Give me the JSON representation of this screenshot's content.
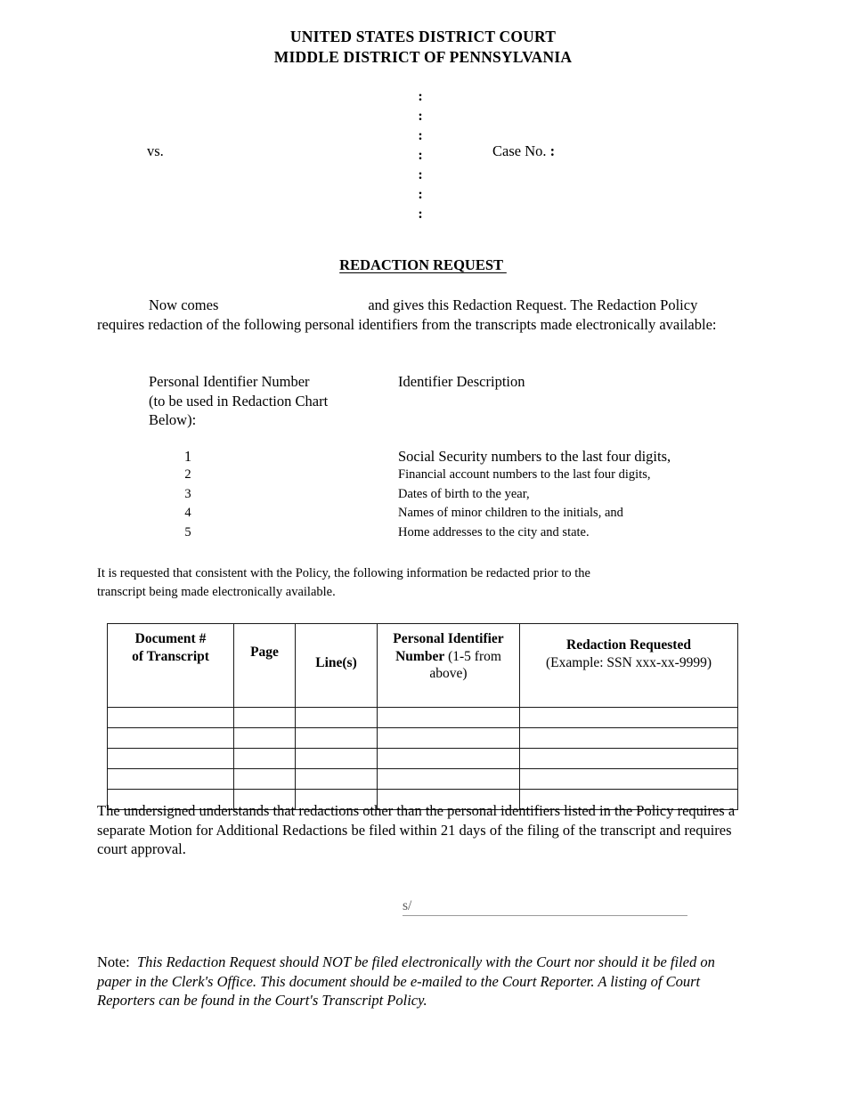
{
  "court_header": {
    "line1": "UNITED STATES DISTRICT COURT",
    "line2": "MIDDLE DISTRICT OF PENNSYLVANIA"
  },
  "caption": {
    "colon": ":",
    "colon_count": 7,
    "vs_label": "vs.",
    "case_no_label": "Case No. ",
    "case_no_colon": ":",
    "case_no_value": ""
  },
  "doc_title": "REDACTION REQUEST ",
  "intro": {
    "lead": "Now comes",
    "party_blank": "",
    "rest": "and gives this Redaction Request.  The Redaction Policy requires redaction of the following personal identifiers from the transcripts made electronically available:"
  },
  "identifier_headings": {
    "number_col": "Personal Identifier Number (to be used in Redaction Chart Below):",
    "number_col_line1": "Personal Identifier Number",
    "number_col_line2": "(to be used in Redaction Chart",
    "number_col_line3": "Below):",
    "description_col": "Identifier Description"
  },
  "identifiers": [
    {
      "number": "1",
      "description": "Social Security numbers to the last four digits,"
    },
    {
      "number": "2",
      "description": "Financial account numbers to the last four digits,"
    },
    {
      "number": "3",
      "description": "Dates of birth to the year,"
    },
    {
      "number": "4",
      "description": "Names of minor children to the initials, and"
    },
    {
      "number": "5",
      "description": "Home addresses to the city and state."
    }
  ],
  "request_para": {
    "line1": "It is requested that consistent with the Policy, the following information be redacted prior to the",
    "line2": "transcript being made electronically available."
  },
  "table": {
    "headers": {
      "doc": {
        "line1": "Document #",
        "line2": "of Transcript"
      },
      "page": "Page",
      "lines": "Line(s)",
      "pin": {
        "bold": "Personal Identifier Number",
        "regular": " (1-5 from above)"
      },
      "redaction": {
        "bold": "Redaction Requested",
        "regular": "(Example: SSN xxx-xx-9999)"
      }
    },
    "rows": [
      {
        "doc": "",
        "page": "",
        "lines": "",
        "pin": "",
        "redaction": ""
      },
      {
        "doc": "",
        "page": "",
        "lines": "",
        "pin": "",
        "redaction": ""
      },
      {
        "doc": "",
        "page": "",
        "lines": "",
        "pin": "",
        "redaction": ""
      },
      {
        "doc": "",
        "page": "",
        "lines": "",
        "pin": "",
        "redaction": ""
      },
      {
        "doc": "",
        "page": "",
        "lines": "",
        "pin": "",
        "redaction": ""
      }
    ]
  },
  "closing_para": "The undersigned understands that redactions other than the personal identifiers listed in the Policy requires a separate Motion for Additional Redactions be filed within 21 days of the filing of the transcript and requires court approval.",
  "signature": {
    "prefix": "s/",
    "value": ""
  },
  "note": {
    "label": "Note:  ",
    "text": "This Redaction Request should NOT be filed electronically with the Court nor should it be filed on paper in the Clerk's Office.  This document should be e-mailed to the Court Reporter.  A listing of Court Reporters can be found in the Court's Transcript Policy."
  }
}
